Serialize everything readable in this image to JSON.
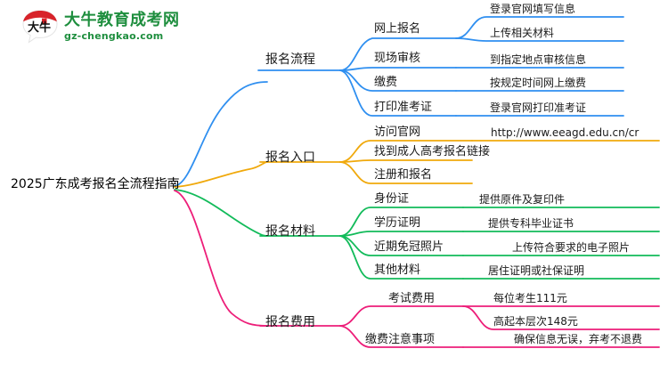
{
  "logo": {
    "mark_text": "大牛",
    "brand_cn": "大牛教育成考网",
    "brand_url": "gz-chengkao.com",
    "mark_color": "#d8232a",
    "brand_color": "#1e8e3e"
  },
  "mindmap": {
    "root": "2025广东成考报名全流程指南",
    "colors": {
      "branch1": "#2f8ff0",
      "branch2": "#f0a90c",
      "branch3": "#12bb5a",
      "branch4": "#ed1e79"
    },
    "branches": [
      {
        "label": "报名流程",
        "color": "#2f8ff0",
        "children": [
          {
            "label": "网上报名",
            "children": [
              {
                "label": "登录官网填写信息"
              },
              {
                "label": "上传相关材料"
              }
            ]
          },
          {
            "label": "现场审核",
            "children": [
              {
                "label": "到指定地点审核信息"
              }
            ]
          },
          {
            "label": "缴费",
            "children": [
              {
                "label": "按规定时间网上缴费"
              }
            ]
          },
          {
            "label": "打印准考证",
            "children": [
              {
                "label": "登录官网打印准考证"
              }
            ]
          }
        ]
      },
      {
        "label": "报名入口",
        "color": "#f0a90c",
        "children": [
          {
            "label": "访问官网",
            "children": [
              {
                "label": "http://www.eeagd.edu.cn/cr"
              }
            ]
          },
          {
            "label": "找到成人高考报名链接",
            "children": []
          },
          {
            "label": "注册和报名",
            "children": []
          }
        ]
      },
      {
        "label": "报名材料",
        "color": "#12bb5a",
        "children": [
          {
            "label": "身份证",
            "children": [
              {
                "label": "提供原件及复印件"
              }
            ]
          },
          {
            "label": "学历证明",
            "children": [
              {
                "label": "提供专科毕业证书"
              }
            ]
          },
          {
            "label": "近期免冠照片",
            "children": [
              {
                "label": "上传符合要求的电子照片"
              }
            ]
          },
          {
            "label": "其他材料",
            "children": [
              {
                "label": "居住证明或社保证明"
              }
            ]
          }
        ]
      },
      {
        "label": "报名费用",
        "color": "#ed1e79",
        "children": [
          {
            "label": "考试费用",
            "children": [
              {
                "label": "每位考生111元"
              },
              {
                "label": "高起本层次148元"
              }
            ]
          },
          {
            "label": "缴费注意事项",
            "children": [
              {
                "label": "确保信息无误，弃考不退费"
              }
            ]
          }
        ]
      }
    ]
  }
}
